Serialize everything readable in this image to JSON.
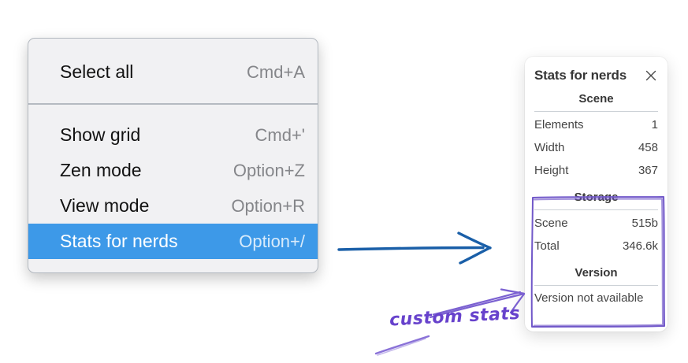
{
  "context_menu": {
    "sections": [
      {
        "items": [
          {
            "label": "Select all",
            "shortcut": "Cmd+A",
            "selected": false
          }
        ]
      },
      {
        "items": [
          {
            "label": "Show grid",
            "shortcut": "Cmd+'",
            "selected": false
          },
          {
            "label": "Zen mode",
            "shortcut": "Option+Z",
            "selected": false
          },
          {
            "label": "View mode",
            "shortcut": "Option+R",
            "selected": false
          },
          {
            "label": "Stats for nerds",
            "shortcut": "Option+/",
            "selected": true
          }
        ]
      }
    ]
  },
  "stats_panel": {
    "title": "Stats for nerds",
    "close_icon": "close-x",
    "sections": [
      {
        "heading": "Scene",
        "rows": [
          {
            "label": "Elements",
            "value": "1"
          },
          {
            "label": "Width",
            "value": "458"
          },
          {
            "label": "Height",
            "value": "367"
          }
        ]
      },
      {
        "heading": "Storage",
        "rows": [
          {
            "label": "Scene",
            "value": "515b"
          },
          {
            "label": "Total",
            "value": "346.6k"
          }
        ]
      },
      {
        "heading": "Version",
        "rows": [],
        "note": "Version not available"
      }
    ]
  },
  "annotations": {
    "custom_stats_label": "custom stats",
    "highlight_box_target": "Storage and Version sections",
    "blue_arrow": "menu-to-panel",
    "purple_arrow": "label-to-highlight-box"
  },
  "colors": {
    "menu_highlight_blue": "#3d99e8",
    "menu_background": "#f1f1f3",
    "menu_border": "#b3b9c0",
    "shortcut_gray": "#85868a",
    "blue_arrow": "#1a5fa8",
    "purple_annotation": "#7158c9",
    "purple_text": "#6742cc",
    "panel_text": "#3b3b3b"
  }
}
